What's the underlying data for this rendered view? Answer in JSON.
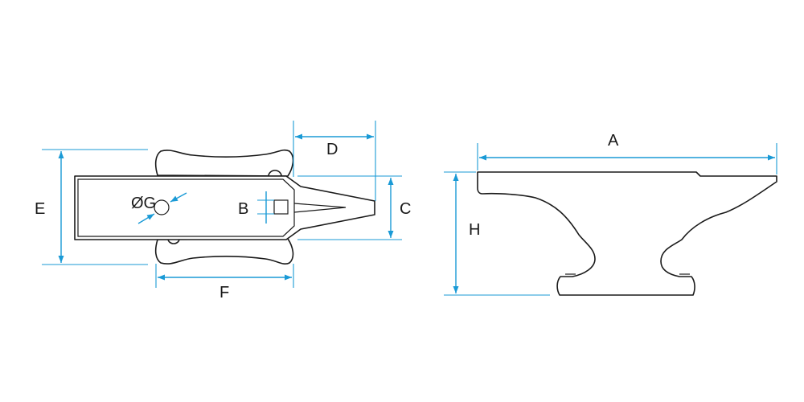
{
  "labels": {
    "A": "A",
    "B": "B",
    "C": "C",
    "D": "D",
    "E": "E",
    "F": "F",
    "G": "ØG",
    "H": "H"
  },
  "colors": {
    "dimension": "#1a9ad6",
    "outline": "#1a1a1a",
    "background": "#ffffff"
  }
}
